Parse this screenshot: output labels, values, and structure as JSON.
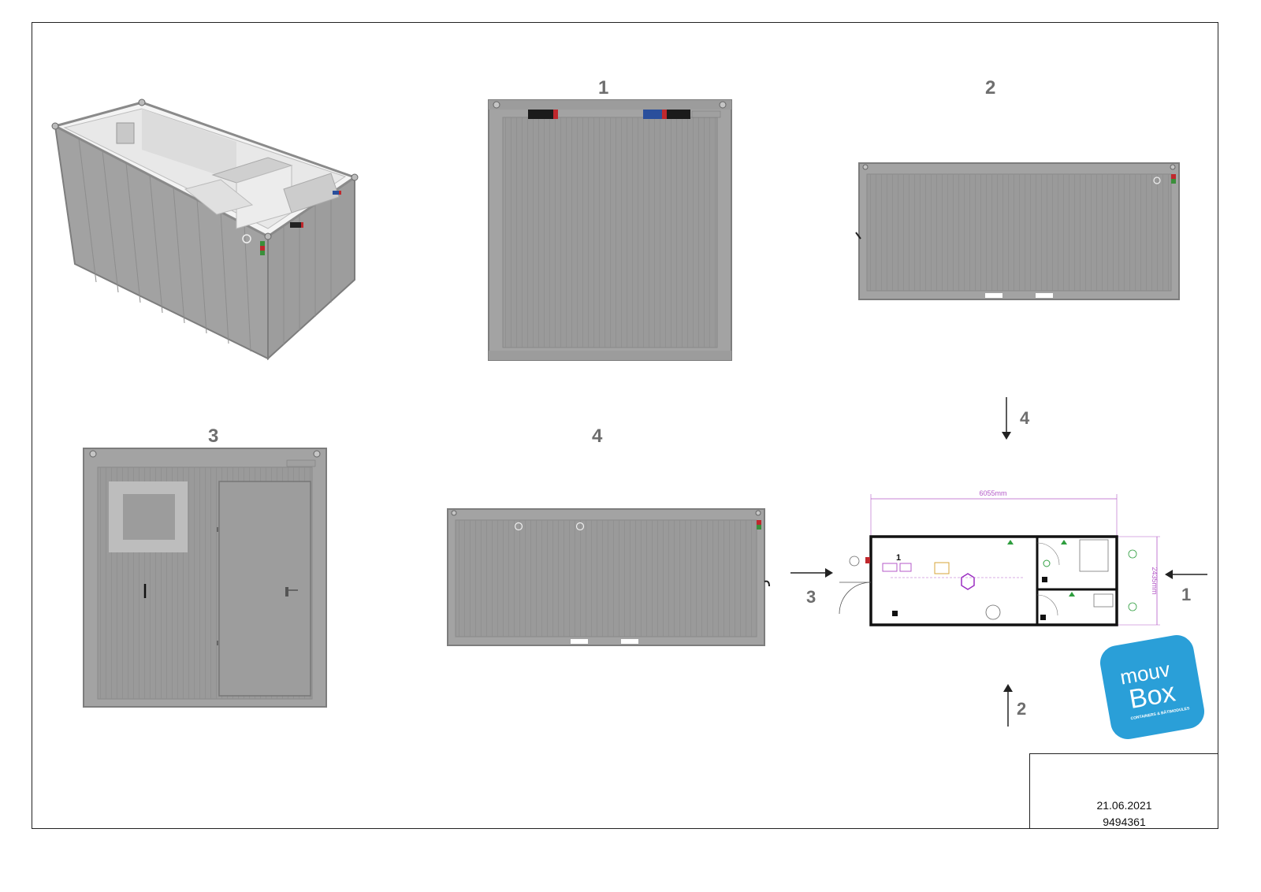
{
  "views": {
    "front_label": "1",
    "side_right_label": "2",
    "end_door_label": "3",
    "side_left_label": "4"
  },
  "plan": {
    "length_dim": "6055mm",
    "width_dim": "2435mm",
    "room_label": "1",
    "arrow_labels": {
      "right": "1",
      "bottom": "2",
      "left": "3",
      "top": "4"
    }
  },
  "logo": {
    "line1": "mouv",
    "line2": "Box",
    "tagline": "CONTAINERS & BÂTIMODULES",
    "color": "#2a9fd8"
  },
  "titleblock": {
    "date": "21.06.2021",
    "number": "9494361"
  }
}
